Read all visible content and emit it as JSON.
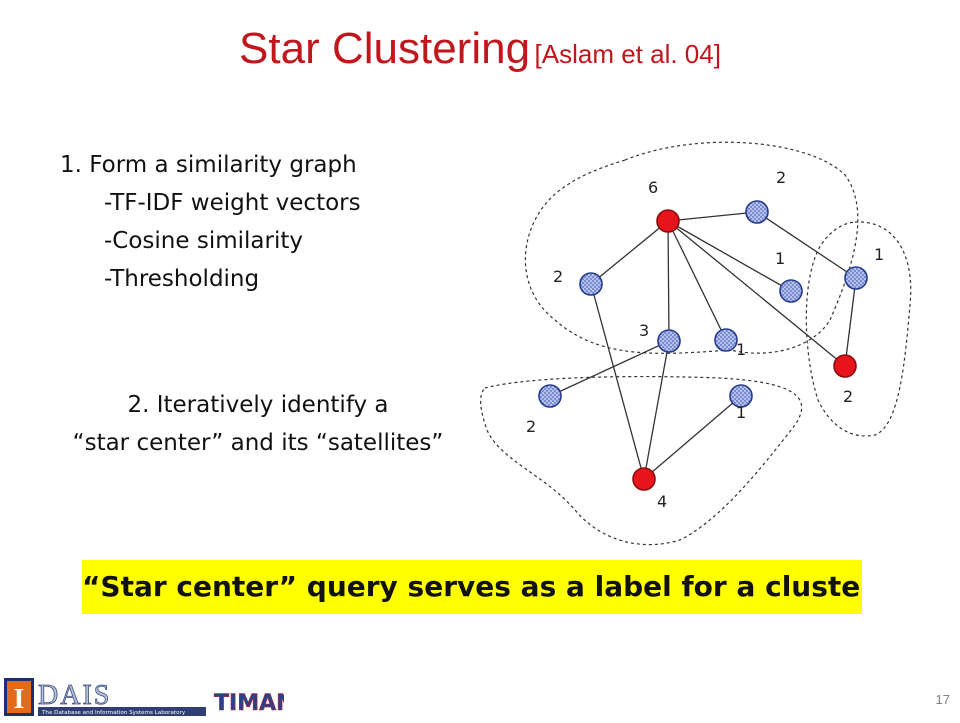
{
  "slide": {
    "title": "Star Clustering",
    "citation": "[Aslam et al. 04]",
    "step1": {
      "heading": "1. Form a similarity graph",
      "items": [
        "-TF-IDF weight vectors",
        "-Cosine similarity",
        "-Thresholding"
      ]
    },
    "step2": {
      "line1": "2. Iteratively identify  a",
      "line2": "“star center” and its “satellites”"
    },
    "banner": "“Star center” query serves as a label for a cluster",
    "page_number": "17",
    "logos": {
      "illinois": "I",
      "dais": "DAIS",
      "dais_caption": "The Database and Information Systems Laboratory",
      "timan": "TIMAN"
    }
  },
  "graph": {
    "center_color": "#e8141c",
    "satellite_color": "#a9b8e8",
    "nodes": [
      {
        "id": "c1",
        "role": "center",
        "degree_label": "6"
      },
      {
        "id": "n2",
        "role": "satellite",
        "degree_label": "2"
      },
      {
        "id": "n3",
        "role": "satellite",
        "degree_label": "2"
      },
      {
        "id": "n4",
        "role": "satellite",
        "degree_label": "1"
      },
      {
        "id": "n5",
        "role": "satellite",
        "degree_label": "3"
      },
      {
        "id": "n6",
        "role": "satellite",
        "degree_label": "1"
      },
      {
        "id": "n7",
        "role": "satellite",
        "degree_label": "1"
      },
      {
        "id": "c2",
        "role": "center",
        "degree_label": "2"
      },
      {
        "id": "n9",
        "role": "satellite",
        "degree_label": "2"
      },
      {
        "id": "n10",
        "role": "satellite",
        "degree_label": "1"
      },
      {
        "id": "c3",
        "role": "center",
        "degree_label": "4"
      }
    ],
    "edges": [
      [
        "c1",
        "n2"
      ],
      [
        "c1",
        "n3"
      ],
      [
        "c1",
        "n4"
      ],
      [
        "c1",
        "n5"
      ],
      [
        "c1",
        "n6"
      ],
      [
        "c1",
        "c2"
      ],
      [
        "n2",
        "n7"
      ],
      [
        "n7",
        "c2"
      ],
      [
        "n3",
        "c3"
      ],
      [
        "n5",
        "c3"
      ],
      [
        "n10",
        "c3"
      ],
      [
        "n5",
        "n9"
      ]
    ],
    "clusters": [
      {
        "id": "cluster-1",
        "center": "c1"
      },
      {
        "id": "cluster-2",
        "center": "c2"
      },
      {
        "id": "cluster-3",
        "center": "c3"
      }
    ]
  }
}
